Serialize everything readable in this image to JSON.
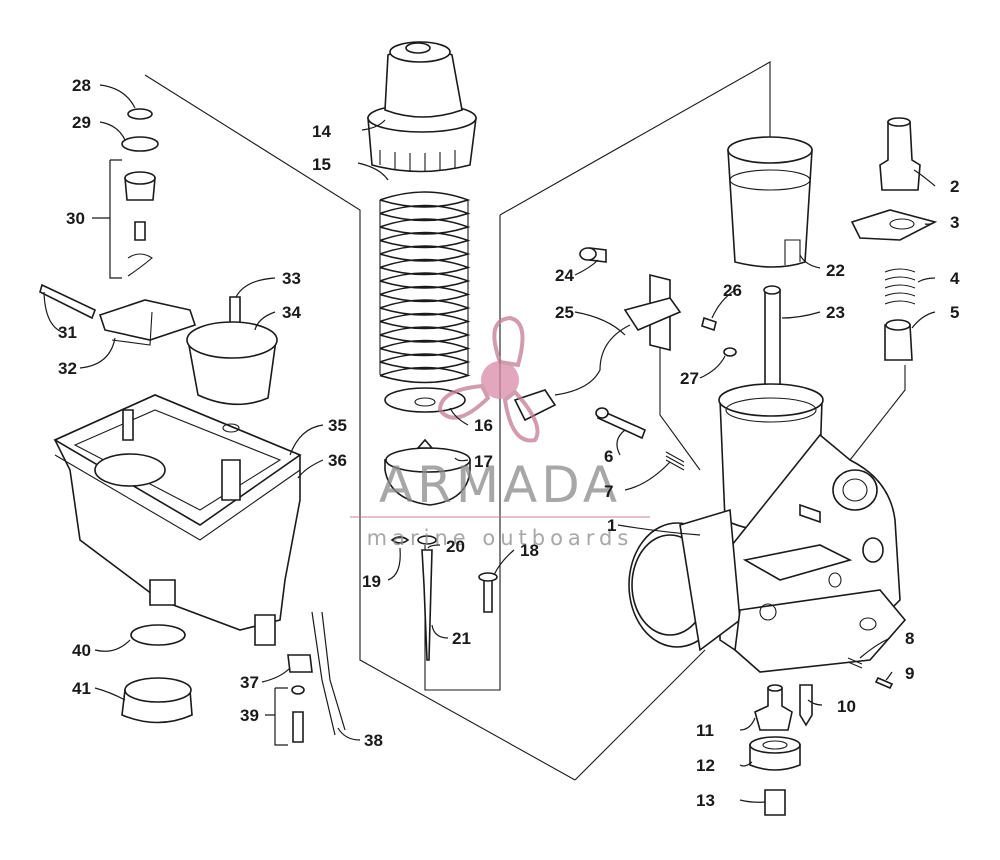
{
  "watermark": {
    "brand": "ARMADA",
    "tagline": "marine outboards",
    "color": "#c47a93"
  },
  "callouts": [
    "1",
    "2",
    "3",
    "4",
    "5",
    "6",
    "7",
    "8",
    "9",
    "10",
    "11",
    "12",
    "13",
    "14",
    "15",
    "16",
    "17",
    "18",
    "19",
    "20",
    "21",
    "22",
    "23",
    "24",
    "25",
    "26",
    "27",
    "28",
    "29",
    "30",
    "31",
    "32",
    "33",
    "34",
    "35",
    "36",
    "37",
    "38",
    "39",
    "40",
    "41"
  ]
}
